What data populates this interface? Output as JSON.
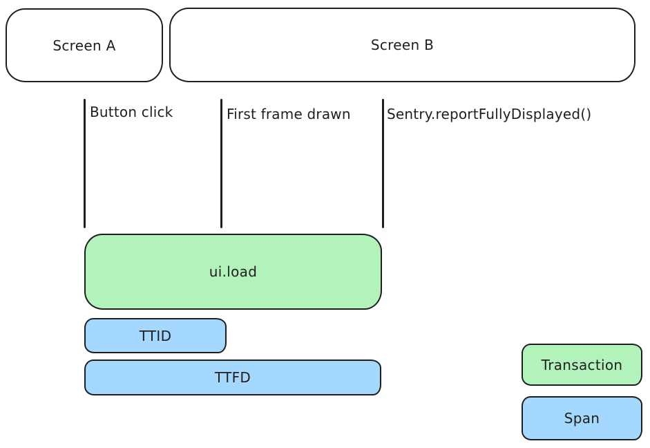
{
  "diagram": {
    "screens": [
      {
        "label": "Screen A"
      },
      {
        "label": "Screen B"
      }
    ],
    "events": [
      {
        "label": "Button click"
      },
      {
        "label": "First frame drawn"
      },
      {
        "label": "Sentry.reportFullyDisplayed()"
      }
    ],
    "bars": [
      {
        "label": "ui.load",
        "kind": "transaction"
      },
      {
        "label": "TTID",
        "kind": "span"
      },
      {
        "label": "TTFD",
        "kind": "span"
      }
    ],
    "legend": [
      {
        "label": "Transaction",
        "kind": "transaction"
      },
      {
        "label": "Span",
        "kind": "span"
      }
    ],
    "colors": {
      "transaction_fill": "#b2f2bb",
      "span_fill": "#a5d8ff",
      "stroke": "#1e1e1e"
    }
  }
}
